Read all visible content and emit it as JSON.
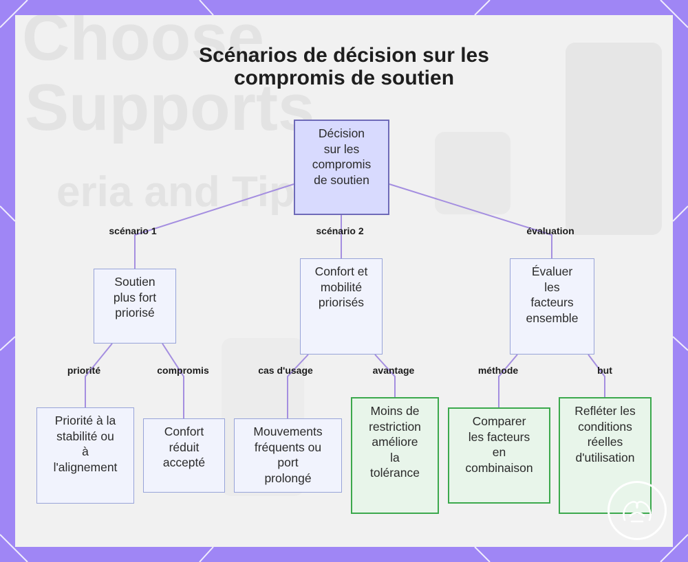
{
  "title_line1": "Scénarios de décision sur les",
  "title_line2": "compromis de soutien",
  "background_text": [
    "Choose",
    "Supports",
    "eria and Tips"
  ],
  "colors": {
    "frame": "#9f86f5",
    "root_fill": "#d8dafe",
    "root_border": "#6e6ab8",
    "node_fill": "#f1f3fd",
    "node_border": "#97a3d8",
    "leaf_green_fill": "#e8f5ea",
    "leaf_green_border": "#3ba84c",
    "edge": "#a48ee0"
  },
  "nodes": {
    "root": [
      "Décision",
      "sur les",
      "compromis",
      "de soutien"
    ],
    "scenario1": [
      "Soutien",
      "plus fort",
      "priorisé"
    ],
    "scenario2": [
      "Confort et",
      "mobilité",
      "priorisés"
    ],
    "evaluation": [
      "Évaluer",
      "les",
      "facteurs",
      "ensemble"
    ],
    "leaf_priority": [
      "Priorité à la",
      "stabilité ou",
      "à",
      "l'alignement"
    ],
    "leaf_compromise": [
      "Confort",
      "réduit",
      "accepté"
    ],
    "leaf_usecase": [
      "Mouvements",
      "fréquents ou",
      "port",
      "prolongé"
    ],
    "leaf_advantage": [
      "Moins de",
      "restriction",
      "améliore",
      "la",
      "tolérance"
    ],
    "leaf_method": [
      "Comparer",
      "les facteurs",
      "en",
      "combinaison"
    ],
    "leaf_goal": [
      "Refléter les",
      "conditions",
      "réelles",
      "d'utilisation"
    ]
  },
  "edge_labels": {
    "scenario1": "scénario 1",
    "scenario2": "scénario 2",
    "evaluation": "évaluation",
    "priority": "priorité",
    "compromise": "compromis",
    "usecase": "cas d'usage",
    "advantage": "avantage",
    "method": "méthode",
    "goal": "but"
  },
  "logo_icon": "brand-logo-icon"
}
